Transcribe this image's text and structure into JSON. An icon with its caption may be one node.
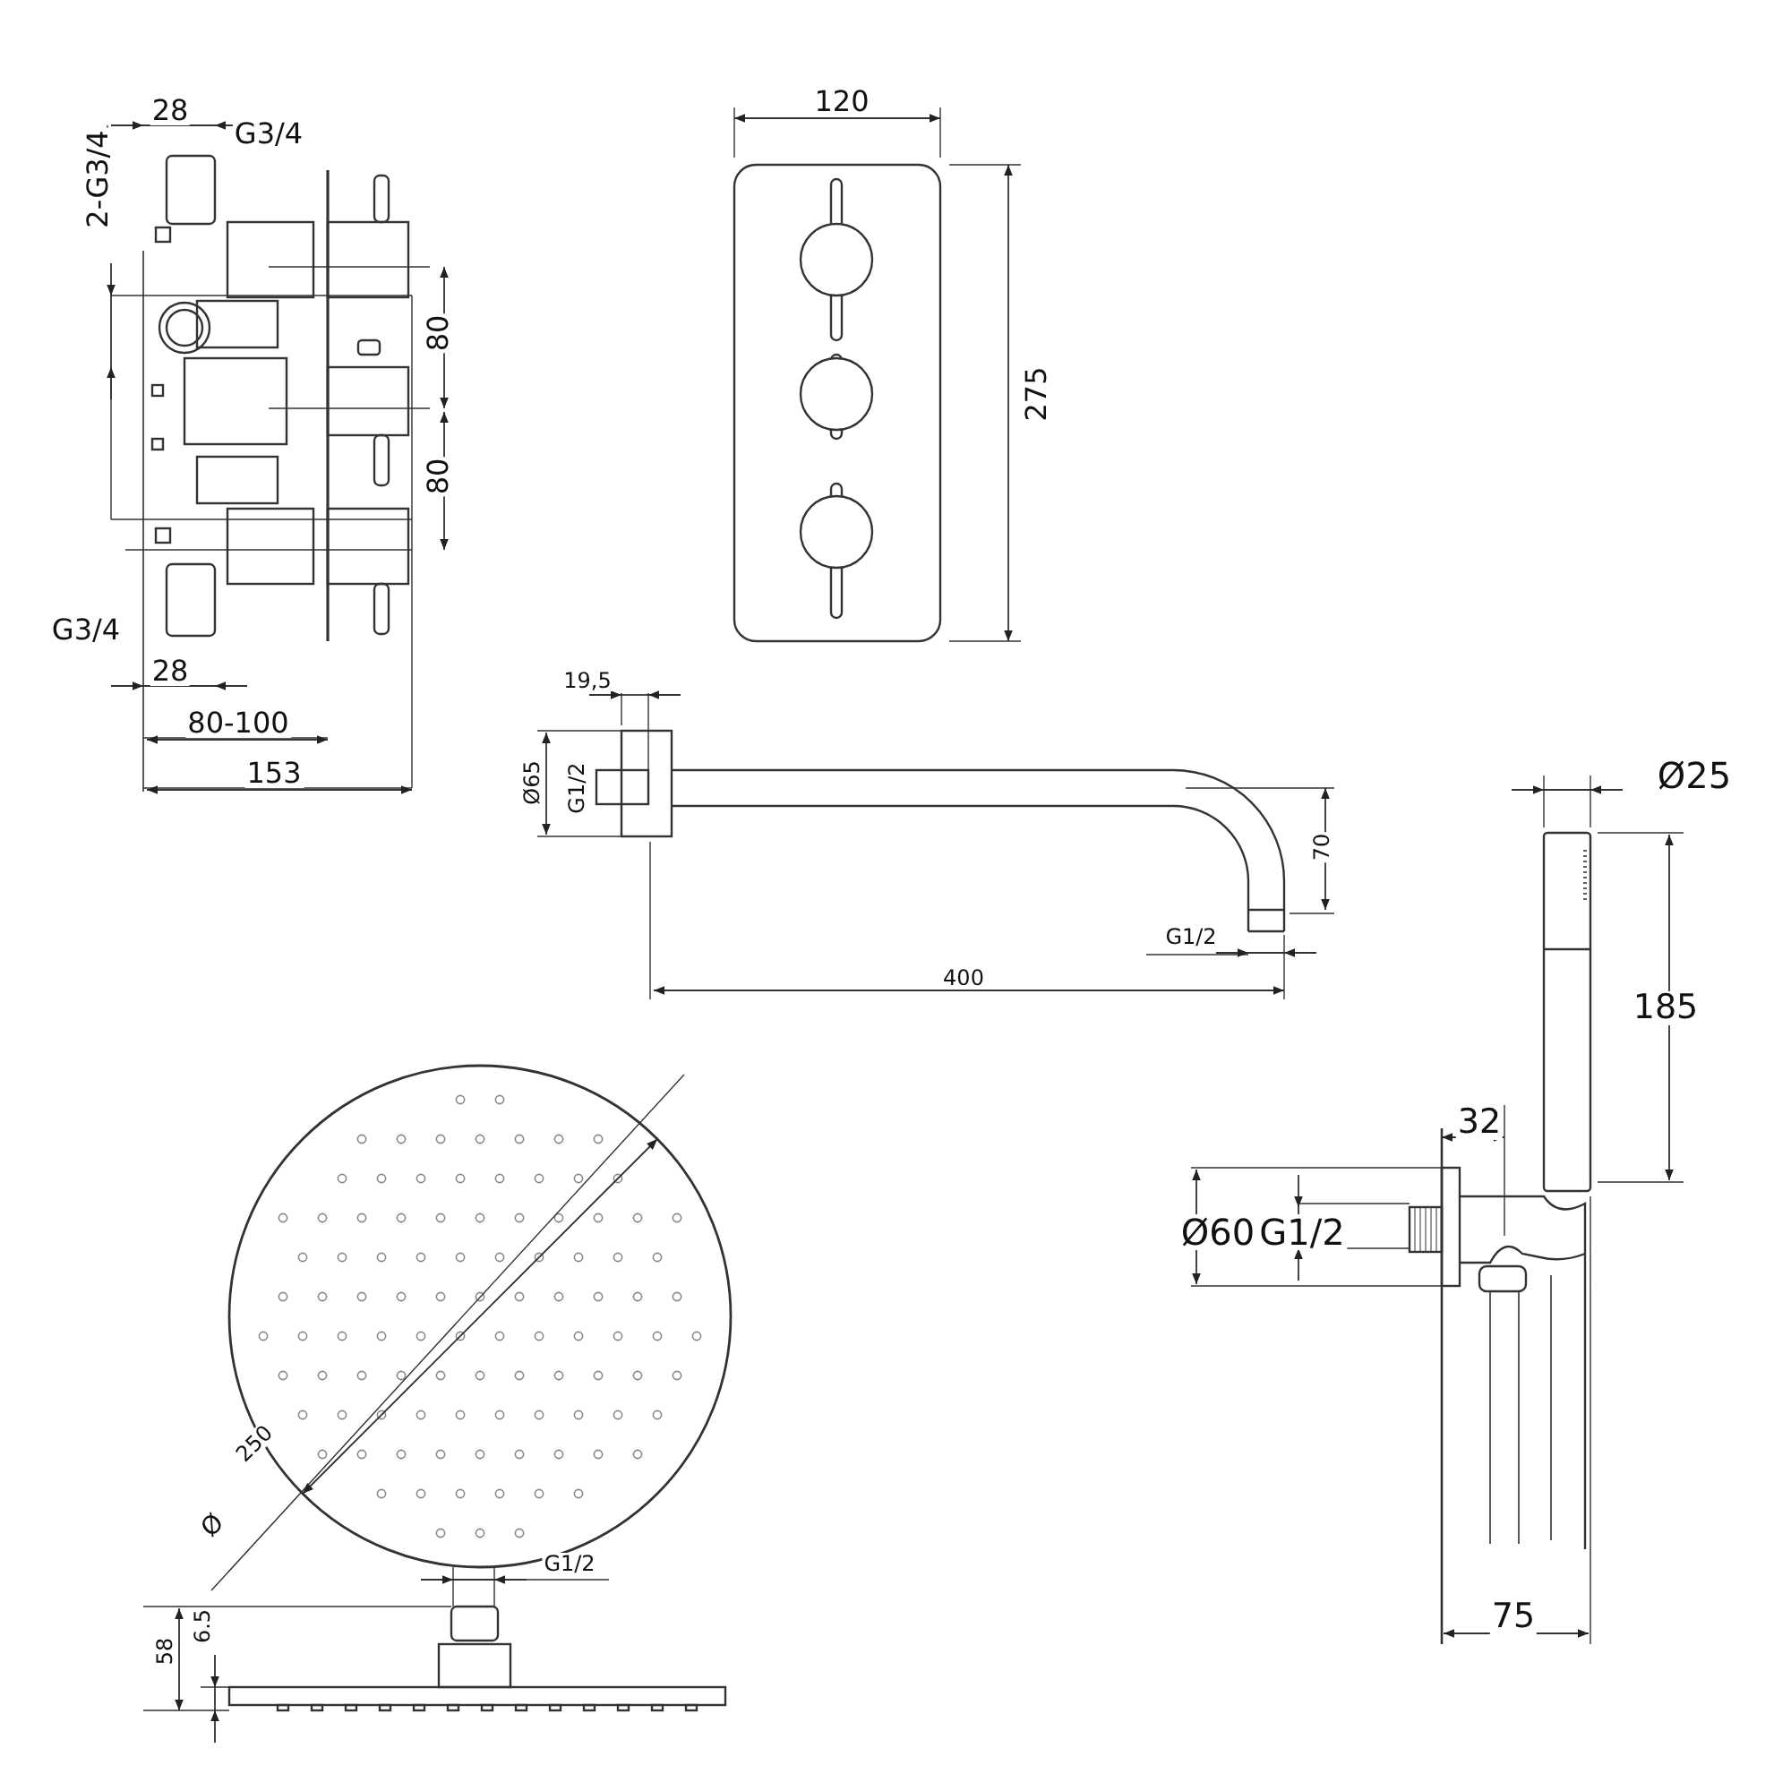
{
  "diagram": {
    "labels": [
      "28",
      "G3/4",
      "2-G3/4",
      "120",
      "80",
      "275",
      "80",
      "G3/4",
      "28",
      "19,5",
      "80-100",
      "153",
      "Ø25",
      "Ø65",
      "G1/2",
      "70",
      "G1/2",
      "400",
      "185",
      "32",
      "Ø60",
      "G1/2",
      "250",
      "Ø",
      "G1/2",
      "6.5",
      "58",
      "75"
    ]
  }
}
